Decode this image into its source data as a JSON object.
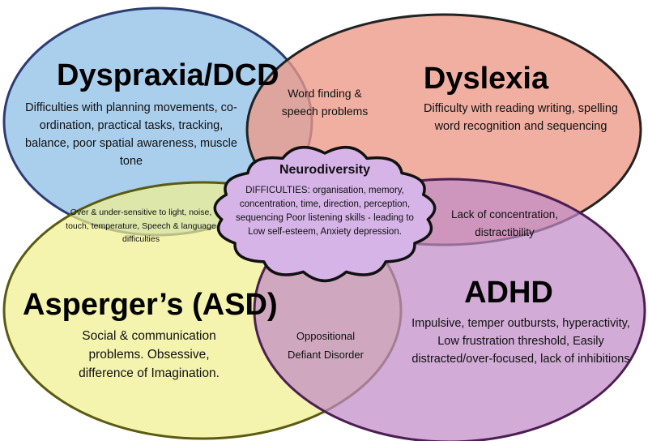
{
  "circles": {
    "dyspraxia": {
      "title": "Dyspraxia/DCD",
      "description": "Difficulties with planning movements, co-ordination, practical tasks, tracking, balance, poor spatial awareness, muscle tone",
      "color": "#9ec8ea"
    },
    "dyslexia": {
      "title": "Dyslexia",
      "description": "Difficulty with reading writing, spelling word recognition and sequencing",
      "color": "#ec9987"
    },
    "asperger": {
      "title": "Asperger’s (ASD)",
      "description": "Social & communication problems. Obsessive, difference of Imagination.",
      "color": "#f1f08f"
    },
    "adhd": {
      "title": "ADHD",
      "description": "Impulsive, temper outbursts, hyperactivity, Low frustration threshold, Easily distracted/over-focused, lack of inhibitions",
      "color": "#c08ac8"
    }
  },
  "overlaps": {
    "dyspraxia_dyslexia": "Word finding & speech problems",
    "dyspraxia_asperger": "Over & under-sensitive to light, noise, touch, temperature, Speech & language difficulties",
    "dyslexia_adhd": "Lack of concentration, distractibility",
    "asperger_adhd": "Oppositional Defiant Disorder"
  },
  "center": {
    "title": "Neurodiversity",
    "body": "DIFFICULTIES: organisation, memory, concentration, time, direction, perception, sequencing Poor listening skills - leading to Low self-esteem, Anxiety depression.",
    "color": "#d6b4e8"
  }
}
